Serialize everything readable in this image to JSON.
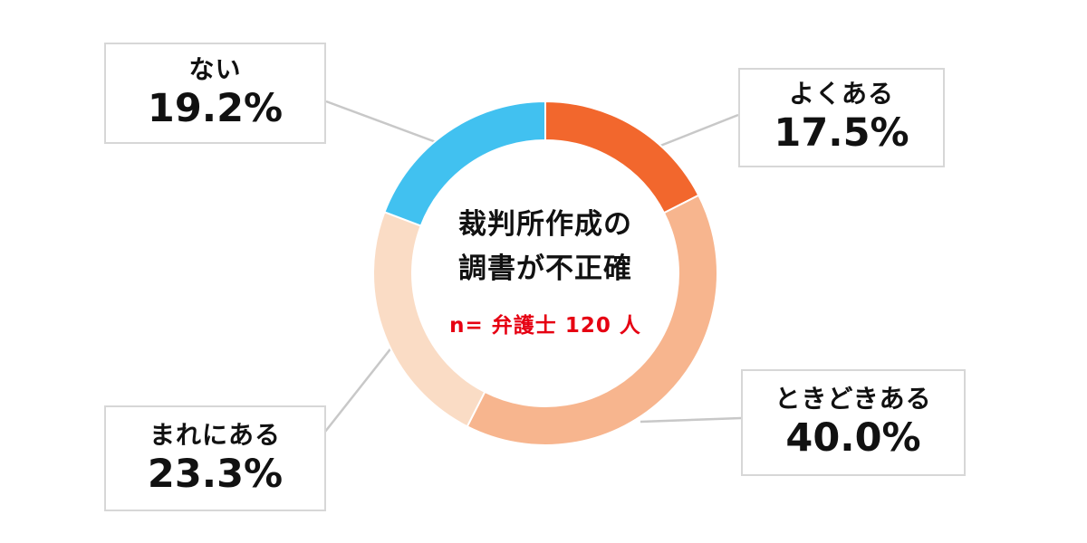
{
  "chart_data": {
    "type": "pie",
    "donut": true,
    "title": "裁判所作成の調書が不正確",
    "title_lines": [
      "裁判所作成の",
      "調書が不正確"
    ],
    "subtitle": "n= 弁護士 120 人",
    "start_angle_deg": 0,
    "direction": "clockwise",
    "legend_position": "callout-boxes",
    "segments": [
      {
        "key": "yokuaru",
        "label": "よくある",
        "value": 17.5,
        "display": "17.5%",
        "color": "#F2672D"
      },
      {
        "key": "tokidoki",
        "label": "ときどきある",
        "value": 40.0,
        "display": "40.0%",
        "color": "#F7B58E"
      },
      {
        "key": "mareni",
        "label": "まれにある",
        "value": 23.3,
        "display": "23.3%",
        "color": "#FADCC5"
      },
      {
        "key": "nai",
        "label": "ない",
        "value": 19.2,
        "display": "19.2%",
        "color": "#41C1F0"
      }
    ],
    "colors": {
      "subtitle_red": "#E60012",
      "text_black": "#111111",
      "box_border": "#D7D7D7",
      "connector_line": "#C8C8C8",
      "background": "#FFFFFF"
    }
  }
}
